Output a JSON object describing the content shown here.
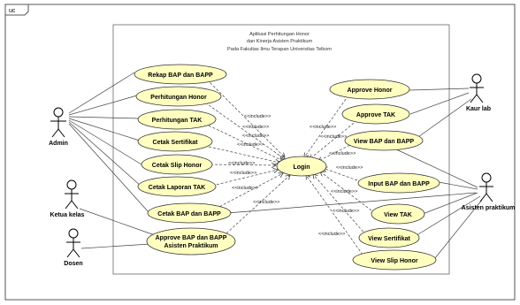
{
  "frame_label": "uc",
  "system": {
    "title_lines": [
      "Aplikasi Perhitungan Honor",
      "dan Kinerja Asisten Praktikum",
      "Pada Fakultas Ilmu Terapan Universitas Telkom"
    ]
  },
  "actors": {
    "admin": "Admin",
    "ketua_kelas": "Ketua kelas",
    "dosen": "Dosen",
    "kaur_lab": "Kaur lab",
    "asisten": "Asisten praktikum"
  },
  "use_cases": {
    "rekap": "Rekap BAP dan BAPP",
    "perhitungan_honor": "Perhitungan Honor",
    "perhitungan_tak": "Perhitungan TAK",
    "cetak_sertifikat": "Cetak Sertifikat",
    "cetak_slip": "Cetak Slip Honor",
    "cetak_laporan": "Cetak Laporan TAK",
    "cetak_bap": "Cetak BAP dan BAPP",
    "approve_bap_line1": "Approve  BAP dan BAPP",
    "approve_bap_line2": "Asisten Praktikum",
    "login": "Login",
    "approve_honor": "Approve Honor",
    "approve_tak": "Approve TAK",
    "view_bap": "View BAP dan BAPP",
    "input_bap": "Input BAP dan BAPP",
    "view_tak": "View TAK",
    "view_sertifikat": "View Sertifikat",
    "view_slip": "View Slip Honor"
  },
  "include_label": "<<include>>"
}
